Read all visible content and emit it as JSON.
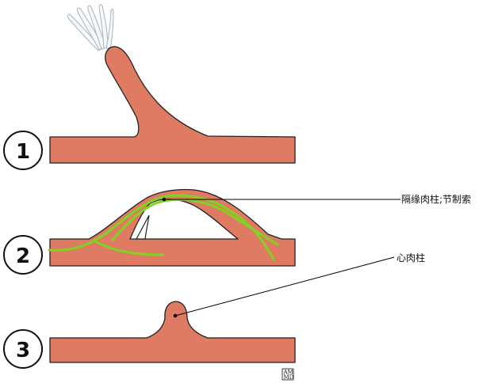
{
  "panels": [
    {
      "number": "1"
    },
    {
      "number": "2"
    },
    {
      "number": "3"
    }
  ],
  "labels": {
    "septomarginal_trabecula": "隔缘肉柱;节制索",
    "papillary_muscle": "心肉柱"
  },
  "watermark": "AMMD",
  "colors": {
    "muscle_fill": "#E07B63",
    "muscle_stroke": "#222222",
    "conduction_fiber": "#7FD321",
    "chordae_fill": "#F4F8FA",
    "chordae_stroke": "#A8B5BF",
    "leader_line": "#000000"
  }
}
